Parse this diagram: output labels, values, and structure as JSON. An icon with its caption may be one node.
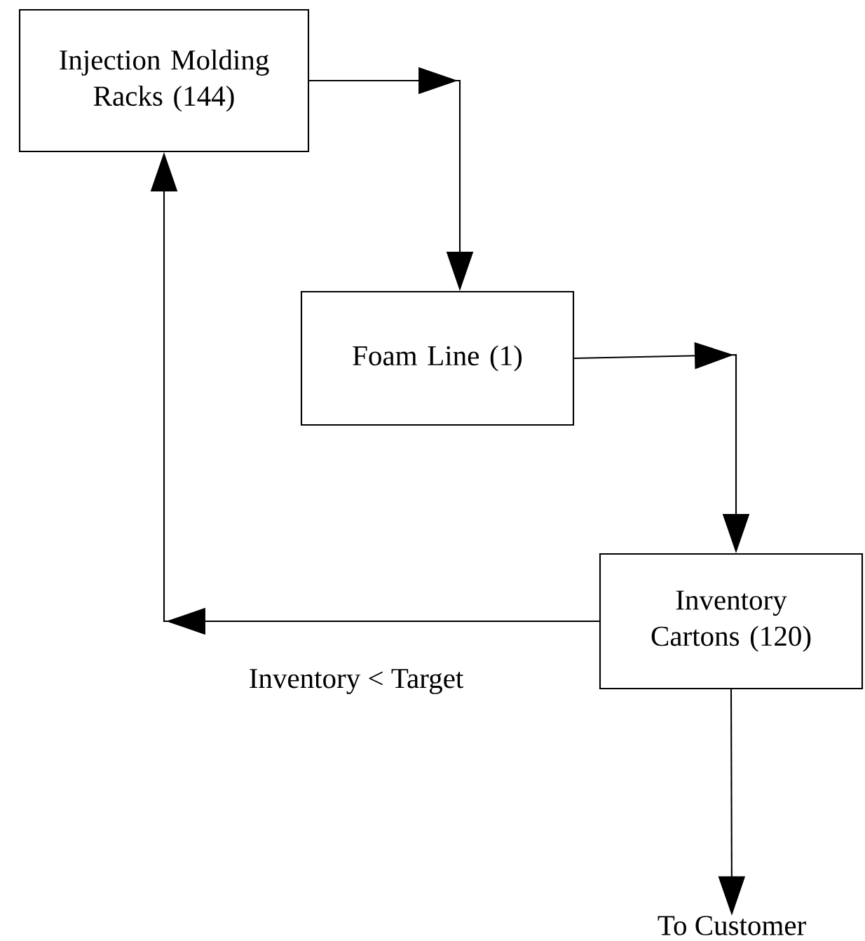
{
  "diagram": {
    "nodes": [
      {
        "text": [
          "Injection Molding Racks (144)"
        ]
      },
      {
        "text": [
          "Foam Line (1)"
        ]
      },
      {
        "text": [
          "Inventory Cartons (120)"
        ]
      },
      {
        "text": [
          "To Customer"
        ]
      }
    ],
    "edges": [
      {
        "from": 0,
        "to": 1,
        "arrow": "to"
      },
      {
        "from": 1,
        "to": 2,
        "arrow": "to"
      },
      {
        "from": 2,
        "to": 0,
        "arrow": "to",
        "label": "Inventory < Target"
      },
      {
        "from": 2,
        "to": 3,
        "arrow": "to"
      }
    ]
  }
}
